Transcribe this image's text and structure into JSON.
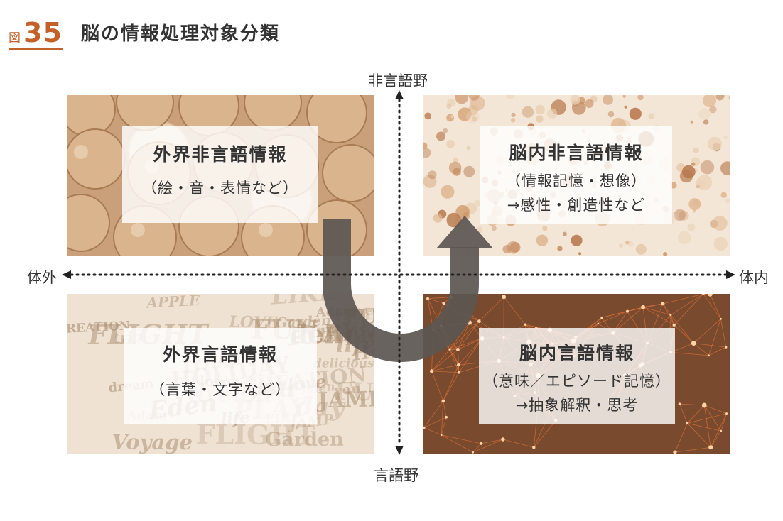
{
  "figure": {
    "label_kanji": "図",
    "label_number": "35",
    "title": "脳の情報処理対象分類",
    "accent_color": "#c4612a"
  },
  "axes": {
    "top": "非言語野",
    "bottom": "言語野",
    "left": "体外",
    "right": "体内"
  },
  "quadrants": {
    "top_left": {
      "title": "外界非言語情報",
      "lines": [
        "（絵・音・表情など）"
      ]
    },
    "top_right": {
      "title": "脳内非言語情報",
      "lines": [
        "（情報記憶・想像）",
        "→感性・創造性など"
      ]
    },
    "bottom_left": {
      "title": "外界言語情報",
      "lines": [
        "（言葉・文字など）"
      ]
    },
    "bottom_right": {
      "title": "脳内言語情報",
      "lines": [
        "（意味／エピソード記憶）",
        "→抽象解釈・思考"
      ]
    }
  },
  "background_words": [
    "FUN",
    "life",
    "FUNNY",
    "Adam",
    "love",
    "day",
    "Garden",
    "Happy",
    "PLAY",
    "dream",
    "HOLIDAY",
    "Eden",
    "FLIGHT",
    "you",
    "JAMP",
    "LIKE",
    "delicious",
    "LOVE",
    "trip",
    "CREATION",
    "fruit",
    "sweet",
    "APPLE",
    "Voyage"
  ]
}
